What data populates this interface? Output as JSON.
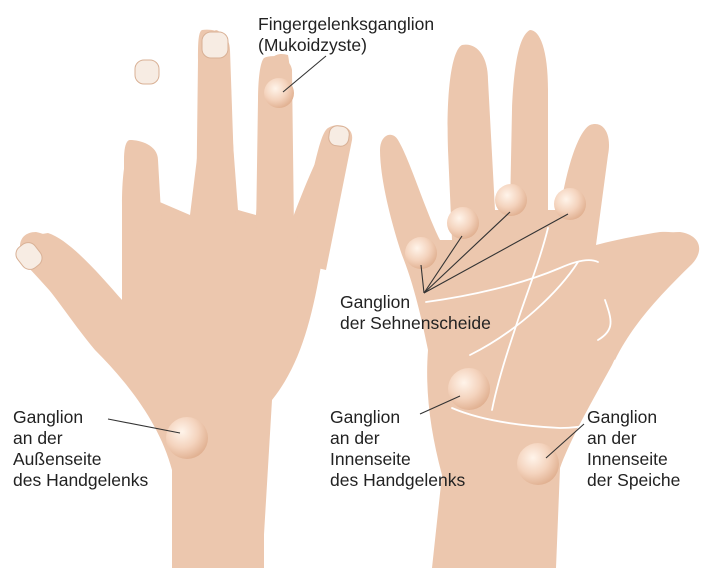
{
  "colors": {
    "skin": "#ecc7ae",
    "nail": "#f7ece3",
    "crease": "#ffffff",
    "ganglion_core": "#fff2e6",
    "ganglion_edge": "#e2b191",
    "leader": "#333333",
    "text": "#222222"
  },
  "labels": {
    "finger_joint": [
      "Fingergelenksganglion",
      "(Mukoidzyste)"
    ],
    "tendon_sheath": [
      "Ganglion",
      "der Sehnenscheide"
    ],
    "outer_wrist": [
      "Ganglion",
      "an der",
      "Außenseite",
      "des Handgelenks"
    ],
    "inner_wrist": [
      "Ganglion",
      "an der",
      "Innenseite",
      "des Handgelenks"
    ],
    "radius": [
      "Ganglion",
      "an der",
      "Innenseite",
      "der Speiche"
    ]
  }
}
